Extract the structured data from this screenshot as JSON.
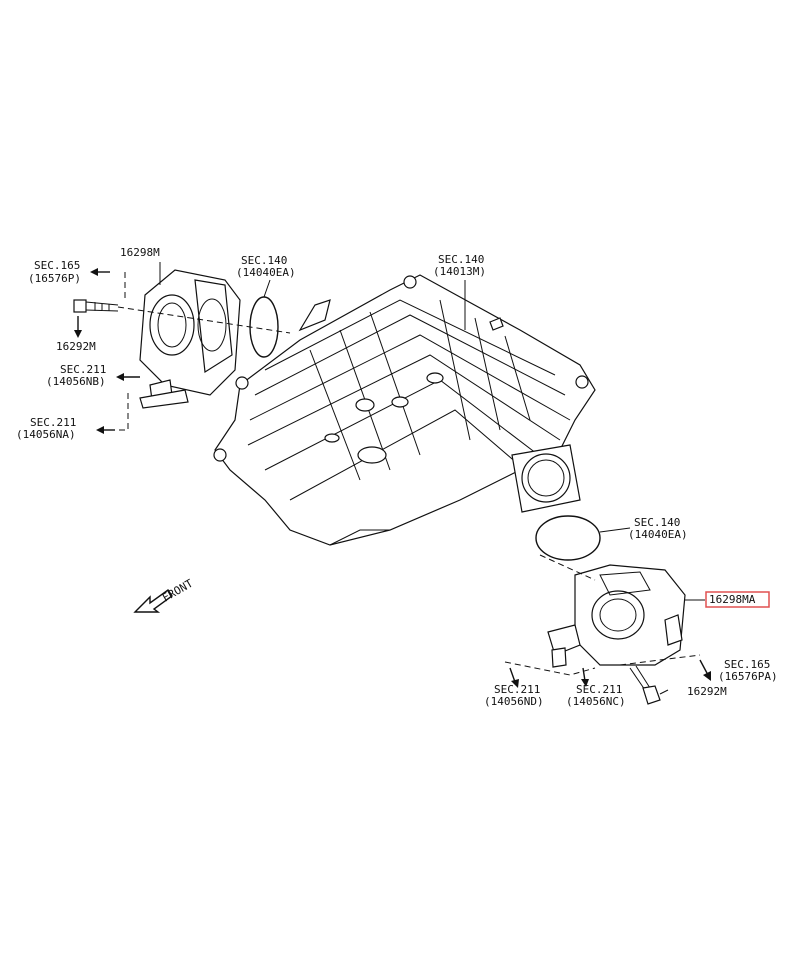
{
  "labels": {
    "sec165_p": "SEC.165",
    "code_16576p": "(16576P)",
    "part_16298m": "16298M",
    "sec140_a": "SEC.140",
    "code_14040ea_a": "(14040EA)",
    "sec140_b": "SEC.140",
    "code_14013m": "(14013M)",
    "part_16292m_left": "16292M",
    "sec211_nb": "SEC.211",
    "code_14056nb": "(14056NB)",
    "sec211_na": "SEC.211",
    "code_14056na": "(14056NA)",
    "sec140_c": "SEC.140",
    "code_14040ea_b": "(14040EA)",
    "part_16298ma": "16298MA",
    "sec165_pa": "SEC.165",
    "code_16576pa": "(16576PA)",
    "sec211_nd": "SEC.211",
    "code_14056nd": "(14056ND)",
    "sec211_nc": "SEC.211",
    "code_14056nc": "(14056NC)",
    "part_16292m_right": "16292M",
    "front": "FRONT"
  },
  "highlight_color": "#e05050"
}
